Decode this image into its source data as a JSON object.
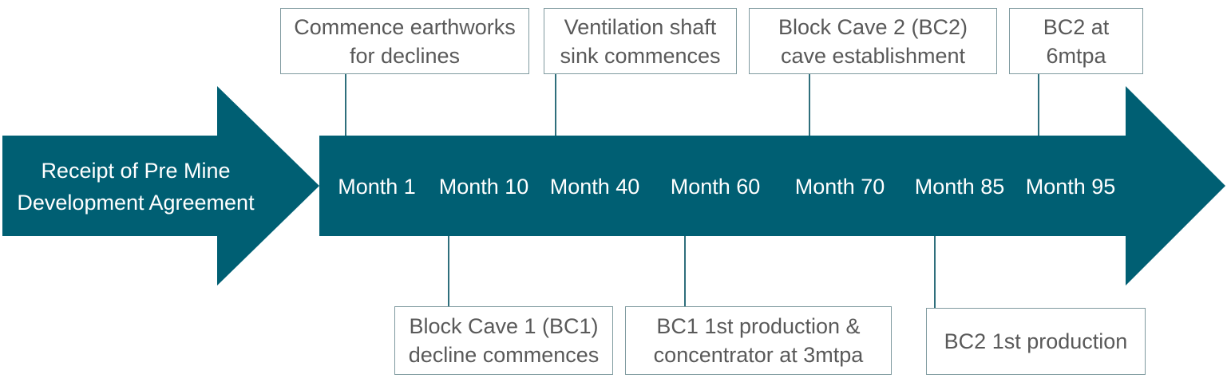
{
  "colors": {
    "arrow_fill": "#005f73",
    "box_border": "#7f9a9f",
    "box_text": "#595959",
    "arrow_text": "#ffffff"
  },
  "start": {
    "label": "Receipt of Pre Mine\nDevelopment Agreement"
  },
  "timeline": {
    "months": [
      "Month 1",
      "Month 10",
      "Month 40",
      "Month 60",
      "Month 70",
      "Month 85",
      "Month 95"
    ]
  },
  "milestones_above": [
    {
      "text": "Commence earthworks\nfor declines"
    },
    {
      "text": "Ventilation shaft\nsink commences"
    },
    {
      "text": "Block Cave 2 (BC2)\ncave establishment"
    },
    {
      "text": "BC2 at\n6mtpa"
    }
  ],
  "milestones_below": [
    {
      "text": "Block Cave 1 (BC1)\ndecline commences"
    },
    {
      "text": "BC1 1st production &\nconcentrator at 3mtpa"
    },
    {
      "text": "BC2 1st production"
    }
  ]
}
